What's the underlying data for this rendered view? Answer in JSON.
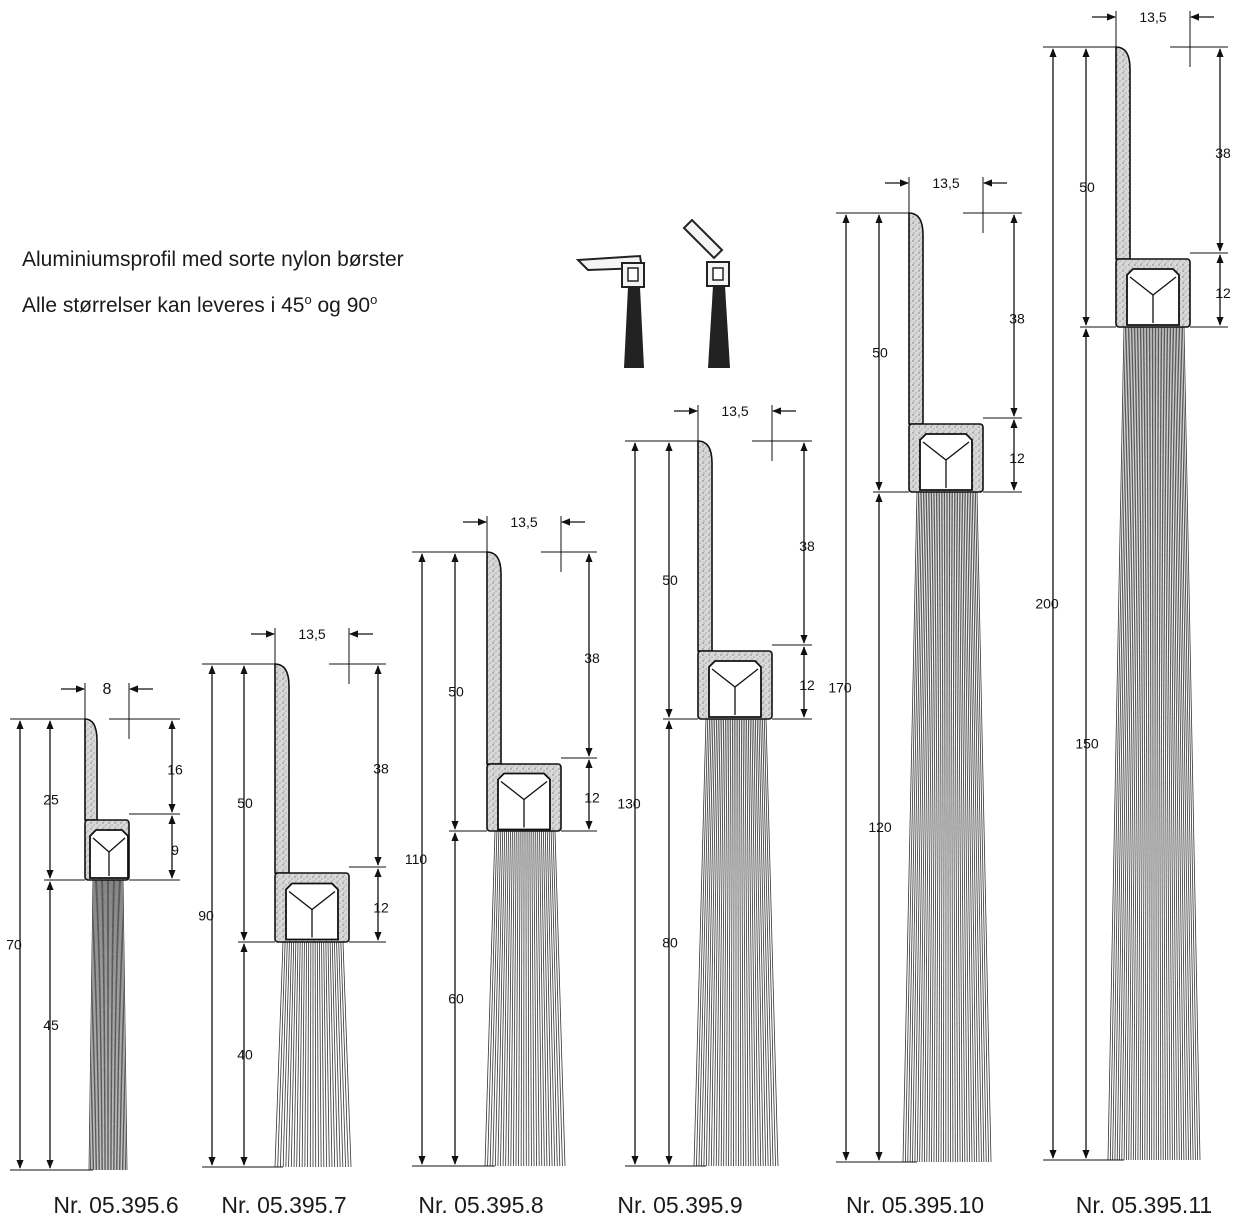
{
  "description": {
    "line1": "Aluminiumsprofil med sorte nylon børster",
    "line2_prefix": "Alle størrelser kan leveres i 45",
    "line2_deg1": "o",
    "line2_mid": " og 90",
    "line2_deg2": "o"
  },
  "products": [
    {
      "number": "Nr. 05.395.6",
      "total": "70",
      "profile": "25",
      "brush": "45",
      "width": "8",
      "upper": "16",
      "lower": "9"
    },
    {
      "number": "Nr. 05.395.7",
      "total": "90",
      "profile": "50",
      "brush": "40",
      "width": "13,5",
      "upper": "38",
      "lower": "12"
    },
    {
      "number": "Nr. 05.395.8",
      "total": "110",
      "profile": "50",
      "brush": "60",
      "width": "13,5",
      "upper": "38",
      "lower": "12"
    },
    {
      "number": "Nr. 05.395.9",
      "total": "130",
      "profile": "50",
      "brush": "80",
      "width": "13,5",
      "upper": "38",
      "lower": "12"
    },
    {
      "number": "Nr. 05.395.10",
      "total": "170",
      "profile": "50",
      "brush": "120",
      "width": "13,5",
      "upper": "38",
      "lower": "12"
    },
    {
      "number": "Nr. 05.395.11",
      "total": "200",
      "profile": "50",
      "brush": "150",
      "width": "13,5",
      "upper": "38",
      "lower": "12"
    }
  ]
}
